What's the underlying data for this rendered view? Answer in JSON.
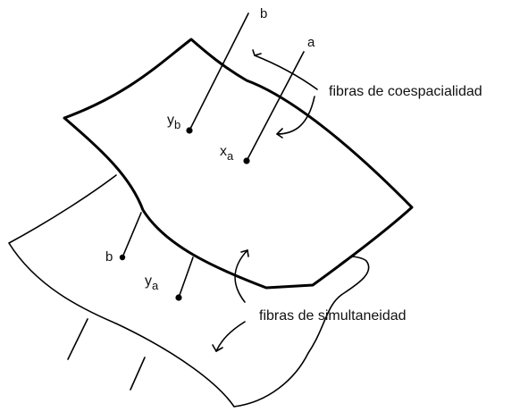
{
  "labels": {
    "fiber_b_top": "b",
    "fiber_a_top": "a",
    "point_yb_base": "y",
    "point_yb_sub": "b",
    "point_xa_base": "x",
    "point_xa_sub": "a",
    "fiber_b_lower": "b",
    "point_ya_base": "y",
    "point_ya_sub": "a",
    "caption_coespacialidad": "fibras de coespacialidad",
    "caption_simultaneidad": "fibras de simultaneidad"
  },
  "colors": {
    "ink": "#000000",
    "background": "#ffffff"
  }
}
